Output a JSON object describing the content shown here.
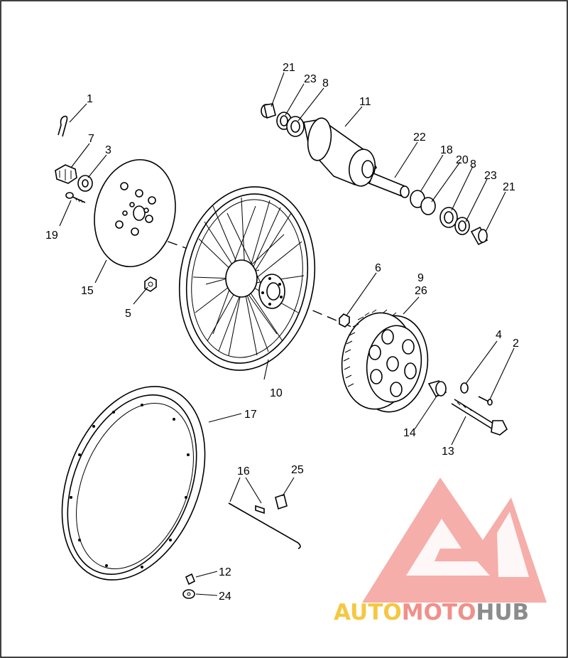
{
  "callouts": {
    "c1": "1",
    "c2": "2",
    "c3": "3",
    "c4": "4",
    "c5": "5",
    "c6": "6",
    "c7": "7",
    "c8a": "8",
    "c8b": "8",
    "c9": "9",
    "c10": "10",
    "c11": "11",
    "c12": "12",
    "c13": "13",
    "c14": "14",
    "c15": "15",
    "c16": "16",
    "c17": "17",
    "c18": "18",
    "c19": "19",
    "c20": "20",
    "c21a": "21",
    "c21b": "21",
    "c22": "22",
    "c23a": "23",
    "c23b": "23",
    "c24": "24",
    "c25": "25",
    "c26": "26"
  },
  "watermark": {
    "part1": "AUTO",
    "part2": "MOTO",
    "part3": "HUB",
    "color_light": "#f5c842",
    "color_red": "#f0908a",
    "color_dark": "#8c8c8c"
  }
}
